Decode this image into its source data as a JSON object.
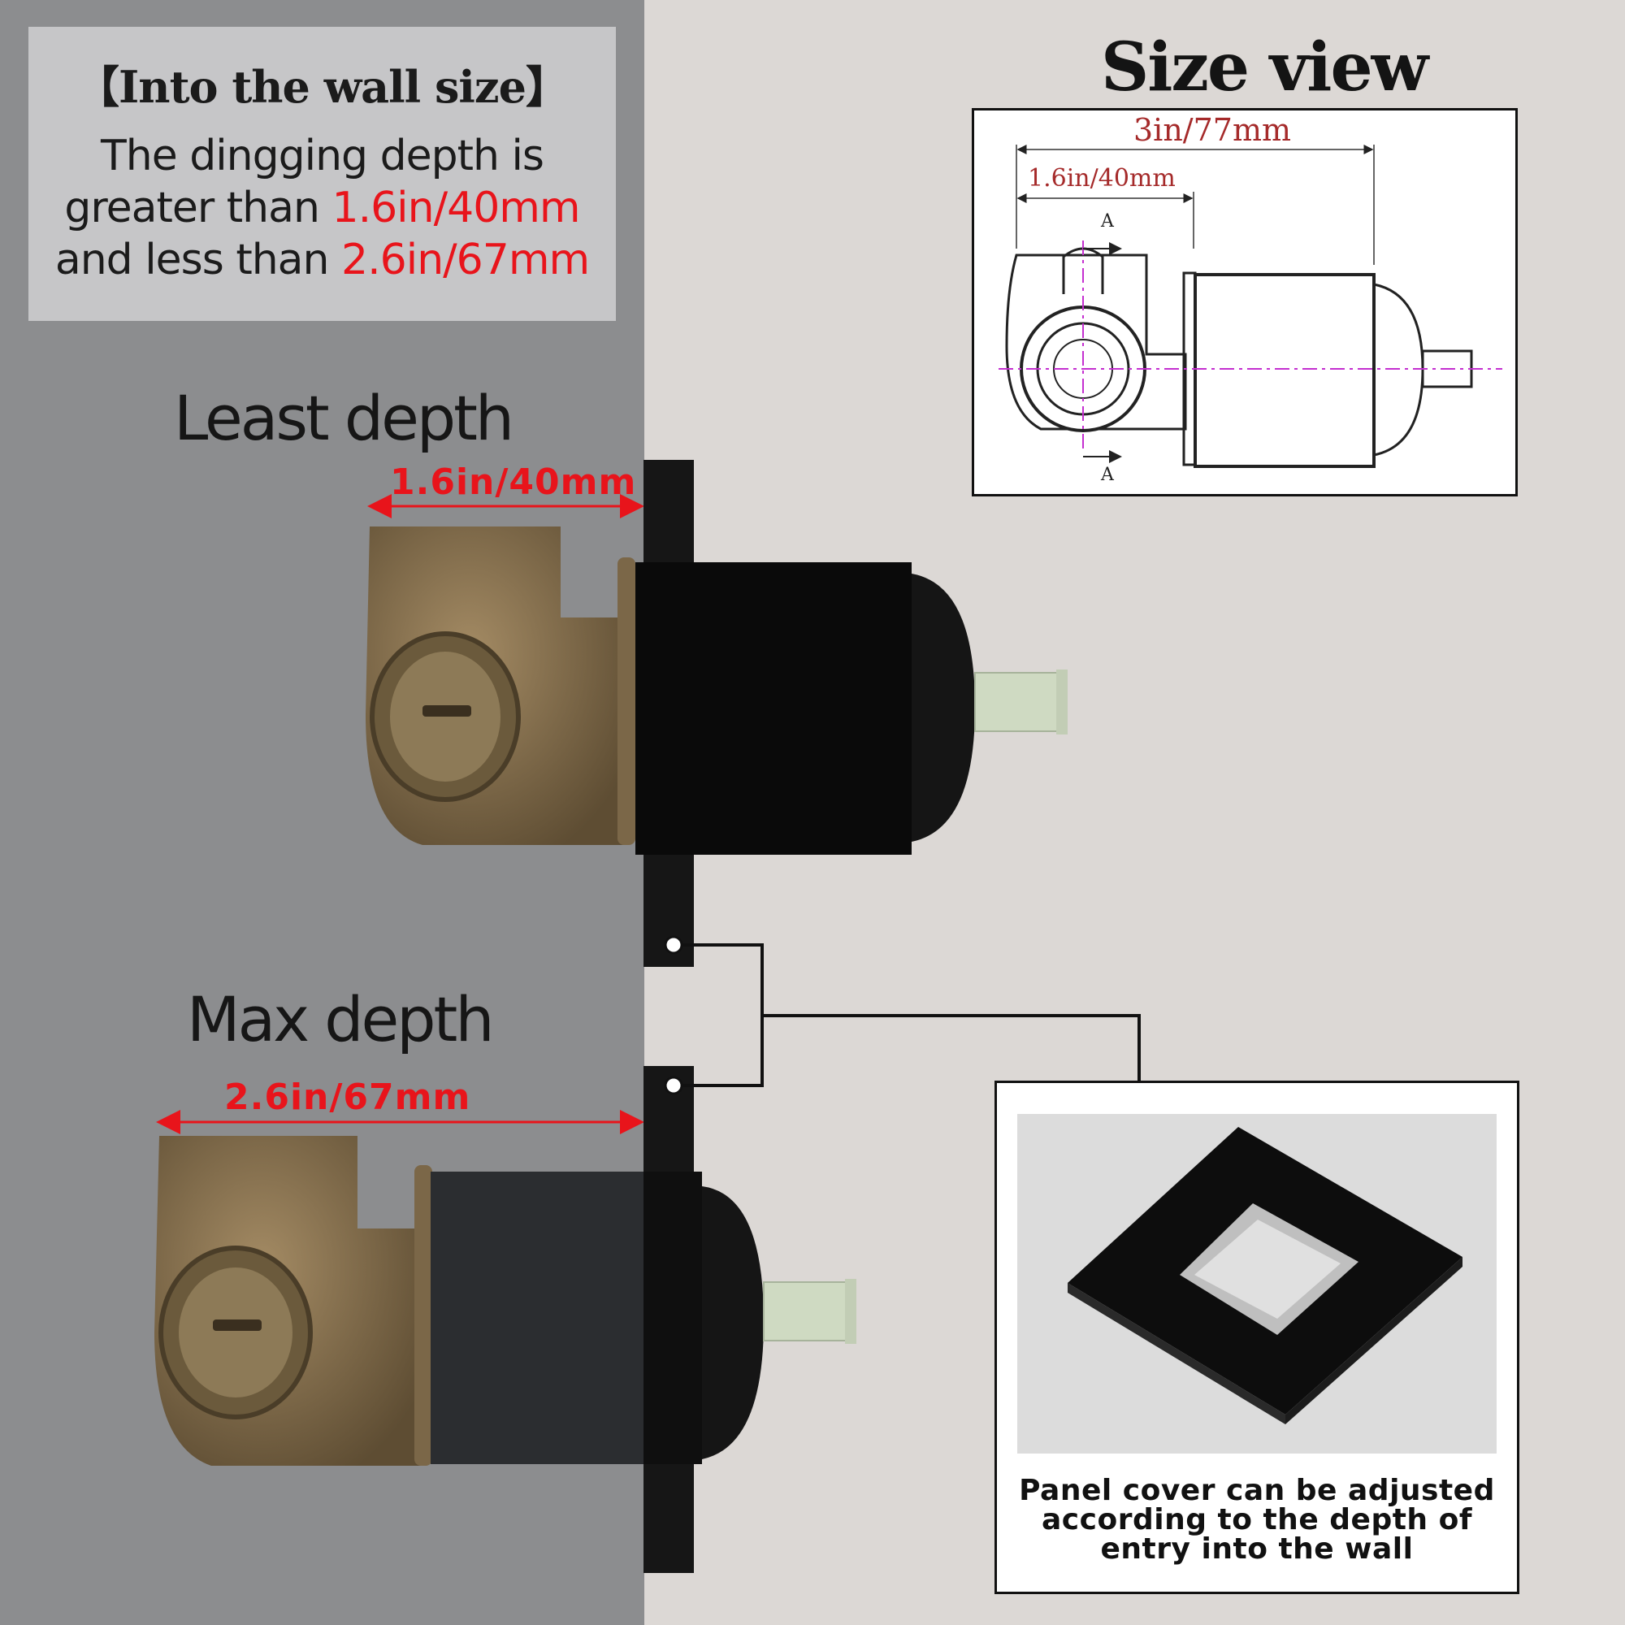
{
  "info": {
    "title": "【Into the wall size】",
    "line1": "The dingging depth is",
    "line2_prefix": "greater than ",
    "line2_value": "1.6in/40mm",
    "line3_prefix": "and less than ",
    "line3_value": "2.6in/67mm"
  },
  "least": {
    "heading": "Least depth",
    "dimension": "1.6in/40mm"
  },
  "max": {
    "heading": "Max depth",
    "dimension": "2.6in/67mm"
  },
  "size_view": {
    "title": "Size view",
    "overall_dimension": "3in/77mm",
    "inner_dimension": "1.6in/40mm",
    "section_label_top": "A",
    "section_label_bottom": "A"
  },
  "panel": {
    "caption_line1": "Panel cover can be adjusted",
    "caption_line2": "according to the depth of",
    "caption_line3": "entry into the wall"
  },
  "colors": {
    "wall": "#8c8d8f",
    "background": "#dcd8d5",
    "accent_red": "#e8141b",
    "brass": "#8a7552",
    "cartridge": "#cfdac2"
  }
}
